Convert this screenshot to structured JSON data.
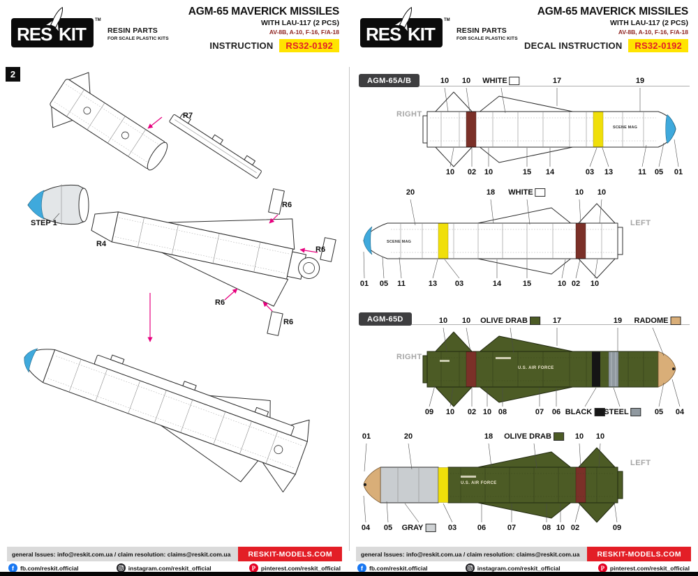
{
  "colors": {
    "accent_red": "#e31e26",
    "badge_yellow": "#ffe400",
    "aircraft_red": "#8f2420",
    "section_tab": "#3e3e40",
    "magenta": "#e6007e",
    "nose_blue": "#3fa9dc",
    "maroon_band": "#7b3028",
    "yellow_band": "#f0df0a",
    "olive_drab": "#4c5b25",
    "radome_tan": "#d9ae78",
    "steel": "#9099a0",
    "gray_section": "#c9cdd0",
    "chip_white": "#ffffff",
    "chip_black": "#161616",
    "chip_gray": "#cfd2d4",
    "facebook_blue": "#1877f2",
    "pinterest_red": "#e60023"
  },
  "header": {
    "logo": {
      "res": "RES",
      "kit": "KIT",
      "tm": "TM"
    },
    "brand_line1": "RESIN PARTS",
    "brand_line2": "FOR SCALE PLASTIC KITS",
    "title": "AGM-65 MAVERICK MISSILES",
    "subtitle": "WITH LAU-117 (2 PCS)",
    "aircraft": "AV-8B, A-10, F-16, F/A-18",
    "instruction_label": "INSTRUCTION",
    "decal_label": "DECAL INSTRUCTION",
    "code": "RS32-0192"
  },
  "left_page": {
    "step_badge": "2",
    "labels": {
      "r7": "R7",
      "step1": "STEP 1",
      "r4": "R4",
      "r6": [
        "R6",
        "R6",
        "R6",
        "R6"
      ]
    }
  },
  "right_page": {
    "sections": [
      {
        "name": "AGM-65A/B",
        "views": [
          {
            "side": "RIGHT",
            "stencil": "SCENE MAG",
            "top": [
              {
                "t": "10"
              },
              {
                "t": "10"
              },
              {
                "t": "WHITE",
                "chip": "chip_white"
              },
              {
                "t": "17"
              },
              {
                "t": "19"
              }
            ],
            "bottom": [
              {
                "t": "10"
              },
              {
                "t": "02"
              },
              {
                "t": "10"
              },
              {
                "t": "15"
              },
              {
                "t": "14"
              },
              {
                "t": "03"
              },
              {
                "t": "13"
              },
              {
                "t": "11"
              },
              {
                "t": "05"
              },
              {
                "t": "01"
              }
            ]
          },
          {
            "side": "LEFT",
            "stencil": "SCENE MAG",
            "top": [
              {
                "t": "20"
              },
              {
                "t": "18"
              },
              {
                "t": "WHITE",
                "chip": "chip_white"
              },
              {
                "t": "10"
              },
              {
                "t": "10"
              }
            ],
            "bottom": [
              {
                "t": "01"
              },
              {
                "t": "05"
              },
              {
                "t": "11"
              },
              {
                "t": "13"
              },
              {
                "t": "03"
              },
              {
                "t": "14"
              },
              {
                "t": "15"
              },
              {
                "t": "10"
              },
              {
                "t": "02"
              },
              {
                "t": "10"
              }
            ]
          }
        ]
      },
      {
        "name": "AGM-65D",
        "views": [
          {
            "side": "RIGHT",
            "stencil": "U.S. AIR FORCE",
            "top": [
              {
                "t": "10"
              },
              {
                "t": "10"
              },
              {
                "t": "OLIVE DRAB",
                "chip": "olive_drab"
              },
              {
                "t": "17"
              },
              {
                "t": "19"
              },
              {
                "t": "RADOME",
                "chip": "radome_tan"
              }
            ],
            "bottom": [
              {
                "t": "09"
              },
              {
                "t": "10"
              },
              {
                "t": "02"
              },
              {
                "t": "10"
              },
              {
                "t": "08"
              },
              {
                "t": "07"
              },
              {
                "t": "06"
              },
              {
                "t": "BLACK",
                "chip": "chip_black"
              },
              {
                "t": "STEEL",
                "chip": "steel"
              },
              {
                "t": "05"
              },
              {
                "t": "04"
              }
            ]
          },
          {
            "side": "LEFT",
            "stencil": "U.S. AIR FORCE",
            "top": [
              {
                "t": "01"
              },
              {
                "t": "20"
              },
              {
                "t": "18"
              },
              {
                "t": "OLIVE DRAB",
                "chip": "olive_drab"
              },
              {
                "t": "10"
              },
              {
                "t": "10"
              }
            ],
            "bottom": [
              {
                "t": "04"
              },
              {
                "t": "05"
              },
              {
                "t": "GRAY",
                "chip": "chip_gray"
              },
              {
                "t": "03"
              },
              {
                "t": "06"
              },
              {
                "t": "07"
              },
              {
                "t": "08"
              },
              {
                "t": "10"
              },
              {
                "t": "02"
              },
              {
                "t": "09"
              }
            ]
          }
        ]
      }
    ]
  },
  "footer": {
    "contact": "general Issues: info@reskit.com.ua / claim resolution: claims@reskit.com.ua",
    "website": "RESKIT-MODELS.COM",
    "socials": [
      {
        "icon": "facebook-icon",
        "label": "fb.com/reskit.official"
      },
      {
        "icon": "instagram-icon",
        "label": "instagram.com/reskit_official"
      },
      {
        "icon": "pinterest-icon",
        "label": "pinterest.com/reskit_official"
      }
    ]
  }
}
